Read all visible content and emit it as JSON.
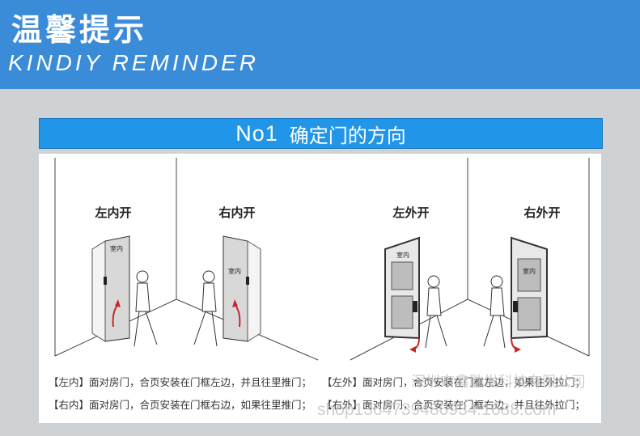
{
  "header": {
    "title_cn": "温馨提示",
    "title_en": "KINDIY REMINDER"
  },
  "banner": {
    "number": "No1",
    "text": "确定门的方向"
  },
  "doors": [
    {
      "label": "左内开",
      "room_tag": "室内"
    },
    {
      "label": "右内开",
      "room_tag": "室内"
    },
    {
      "label": "左外开",
      "room_tag": "室内"
    },
    {
      "label": "右外开",
      "room_tag": "室内"
    }
  ],
  "notes": {
    "left_inward": "【左内】面对房门，合页安装在门框左边，并且往里推门；",
    "left_outward": "【左外】面对房门，合页安装在门框左边，如果往外拉门；",
    "right_inward": "【右内】面对房门，合页安装在门框右边，如果往里推门；",
    "right_outward": "【右外】面对房门，合页安装在门框右边，并且往外拉门；"
  },
  "watermark": {
    "company": "深圳市鑫胜发科技有限公司",
    "shop": "shop1364739480934.1688.com"
  }
}
